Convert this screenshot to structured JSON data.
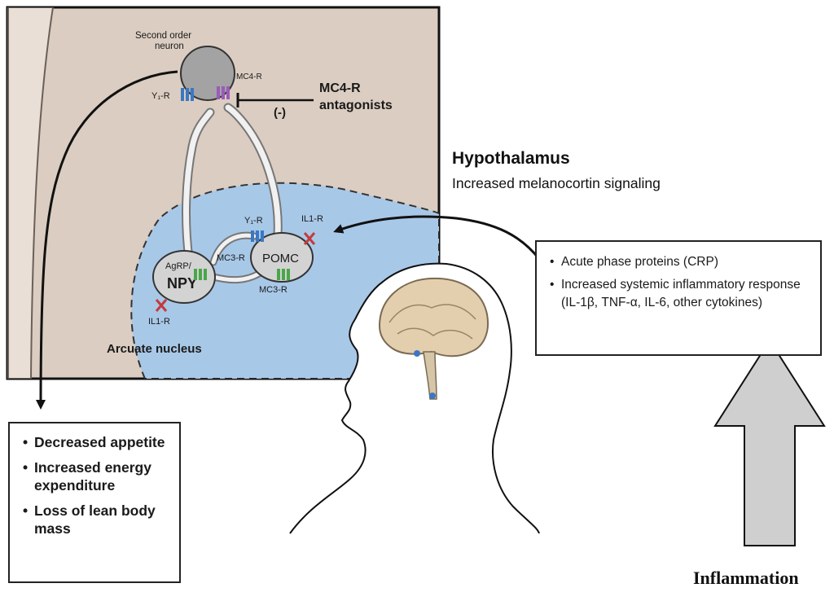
{
  "colors": {
    "panel_background": "#dbcdc1",
    "arcuate_fill": "#a8c8e8",
    "receptor_blue": "#3b78c4",
    "receptor_green": "#4aa64a",
    "receptor_purple": "#9a5bb8",
    "receptor_red": "#c43a3a",
    "arrow_gray": "#cfcfcf"
  },
  "panel": {
    "second_order_neuron": "Second order neuron",
    "y1r_top": "Y₁-R",
    "mc4r": "MC4-R",
    "mc4r_antagonists_line1": "MC4-R",
    "mc4r_antagonists_line2": "antagonists",
    "inhibit_sign": "(-)",
    "y1r_pomc": "Y₁-R",
    "il1r_pomc": "IL1-R",
    "agrp": "AgRP/",
    "npy": "NPY",
    "mc3r_left": "MC3-R",
    "pomc": "POMC",
    "mc3r_bottom": "MC3-R",
    "il1r_npy": "IL1-R",
    "arcuate_nucleus": "Arcuate nucleus"
  },
  "hypothalamus": {
    "title": "Hypothalamus",
    "subtitle": "Increased melanocortin signaling"
  },
  "effects": {
    "items": [
      "Decreased appetite",
      "Increased energy expenditure",
      "Loss of lean body mass"
    ]
  },
  "inflammation_box": {
    "items": [
      "Acute phase proteins (CRP)",
      "Increased systemic inflammatory response (IL-1β, TNF-α, IL-6, other cytokines)"
    ]
  },
  "inflammation_label": "Inflammation"
}
